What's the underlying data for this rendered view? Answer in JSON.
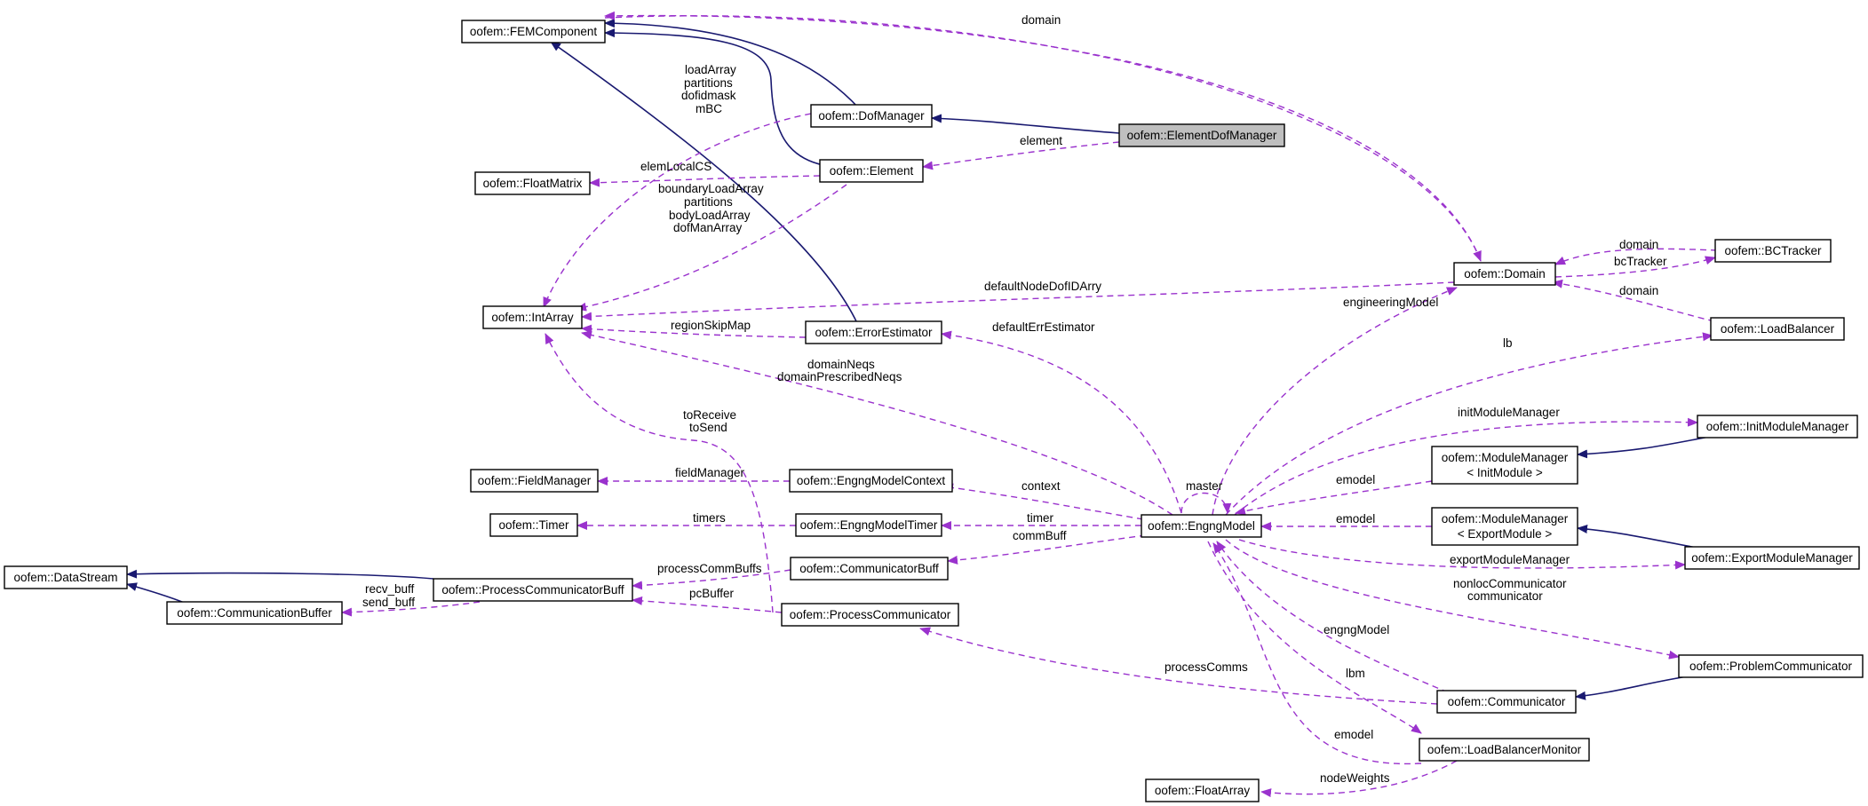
{
  "colors": {
    "inheritance_edge": "#191970",
    "usage_edge": "#9a32cd",
    "focus_node_fill": "#bfbfbf",
    "node_fill": "#ffffff",
    "node_border": "#000000"
  },
  "nodes": {
    "femcomponent": "oofem::FEMComponent",
    "dofmanager": "oofem::DofManager",
    "elementdofmanager": "oofem::ElementDofManager",
    "element": "oofem::Element",
    "floatmatrix": "oofem::FloatMatrix",
    "intarray": "oofem::IntArray",
    "errorestimator": "oofem::ErrorEstimator",
    "domain": "oofem::Domain",
    "bctracker": "oofem::BCTracker",
    "loadbalancer": "oofem::LoadBalancer",
    "initmodulemanager": "oofem::InitModuleManager",
    "modulemanager_init_1": "oofem::ModuleManager",
    "modulemanager_init_2": "< InitModule >",
    "modulemanager_export_1": "oofem::ModuleManager",
    "modulemanager_export_2": "< ExportModule >",
    "exportmodulemanager": "oofem::ExportModuleManager",
    "fieldmanager": "oofem::FieldManager",
    "engngmodelcontext": "oofem::EngngModelContext",
    "timer": "oofem::Timer",
    "engngmodeltimer": "oofem::EngngModelTimer",
    "engngmodel": "oofem::EngngModel",
    "datastream": "oofem::DataStream",
    "processcommunicatorbuff": "oofem::ProcessCommunicatorBuff",
    "communicatorbuff": "oofem::CommunicatorBuff",
    "communicationbuffer": "oofem::CommunicationBuffer",
    "processcommunicator": "oofem::ProcessCommunicator",
    "problemcommunicator": "oofem::ProblemCommunicator",
    "communicator": "oofem::Communicator",
    "loadbalancermonitor": "oofem::LoadBalancerMonitor",
    "floatarray": "oofem::FloatArray"
  },
  "edge_labels": {
    "domain_top": "domain",
    "dofman_1": "loadArray",
    "dofman_2": "partitions",
    "dofman_3": "dofidmask",
    "dofman_4": "mBC",
    "element": "element",
    "elemlocalcs": "elemLocalCS",
    "elem_1": "boundaryLoadArray",
    "elem_2": "partitions",
    "elem_3": "bodyLoadArray",
    "elem_4": "dofManArray",
    "bct_domain": "domain",
    "bctracker": "bcTracker",
    "defaultnodedofidarry": "defaultNodeDofIDArry",
    "lb_domain": "domain",
    "engineeringmodel": "engineeringModel",
    "regionskipmap": "regionSkipMap",
    "defaulterrestimator": "defaultErrEstimator",
    "lb": "lb",
    "domainneqs_1": "domainNeqs",
    "domainneqs_2": "domainPrescribedNeqs",
    "initmodulemanager": "initModuleManager",
    "tosend_1": "toReceive",
    "tosend_2": "toSend",
    "master": "master",
    "emodel_init": "emodel",
    "fieldmanager": "fieldManager",
    "context": "context",
    "timers": "timers",
    "timer": "timer",
    "emodel_export": "emodel",
    "commbuff": "commBuff",
    "exportmodulemanager": "exportModuleManager",
    "processcommbuffs": "processCommBuffs",
    "recvsend_1": "recv_buff",
    "recvsend_2": "send_buff",
    "pcbuffer": "pcBuffer",
    "nonloc_1": "nonlocCommunicator",
    "nonloc_2": "communicator",
    "engngmodel": "engngModel",
    "processcomms": "processComms",
    "lbm": "lbm",
    "emodel_lbm": "emodel",
    "nodeweights": "nodeWeights"
  }
}
